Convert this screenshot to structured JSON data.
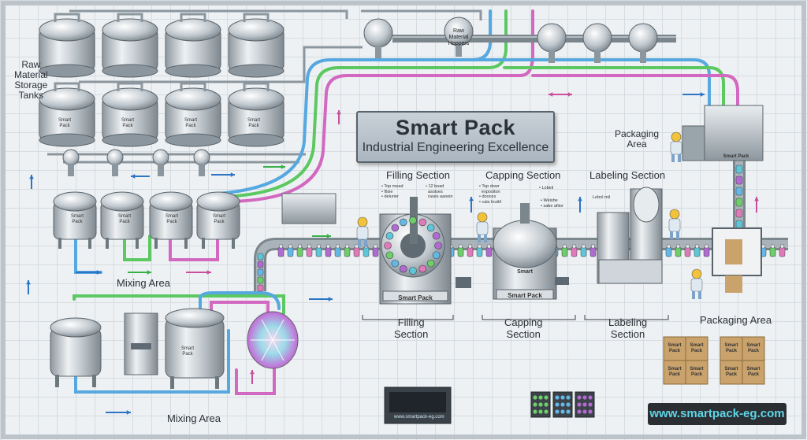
{
  "title": {
    "main": "Smart Pack",
    "subtitle": "Industrial Engineering Excellence"
  },
  "labels": {
    "raw_storage": "Raw\nMaterial\nStorage\nTanks",
    "raw_hoppers": "Raw\nMaterial\nHoppers",
    "packaging_area_top": "Packaging\nArea",
    "filling_top": "Filling Section",
    "capping_top": "Capping Section",
    "labeling_top": "Labeling Section",
    "mixing_area_1": "Mixing Area",
    "mixing_area_2": "Mixing Area",
    "filling_bottom": "Filling\nSection",
    "capping_bottom": "Capping\nSection",
    "labeling_bottom": "Labeling\nSection",
    "packaging_area_bottom": "Packaging Area",
    "website": "www.smartpack-eg.com",
    "monitor_url": "www.smartpack-eg.com"
  },
  "machine_plates": {
    "tank": "Smart\nPack",
    "filler": "Smart Pack",
    "capper": "Smart Pack",
    "capper_dome": "Smart",
    "packer": "Smart Pack"
  },
  "box_label": "Smart\nPack",
  "notes": {
    "filling_left": "• Top mead\n• filsie\n• delurier",
    "filling_right": "• 12 boad\n  asoises\n  rases aaoein",
    "capping_left": "• Top dowr\n  expositon\n• dooces\n• cats lnuttil",
    "capping_right": "• Lobeil",
    "capping_right2": "• Weishe\n• sabe afiior",
    "labeling": "Lebol mil"
  },
  "pipe_colors": {
    "blue": "#56a8e0",
    "green": "#5cc862",
    "pink": "#d268c0",
    "gray": "#8c969e"
  },
  "arrow_colors": {
    "blue": "#2c74c6",
    "green": "#38b048",
    "pink": "#c84f9c"
  },
  "bottle_colors": [
    "#b06ad0",
    "#64b8e6",
    "#6fcd6a",
    "#e07ab8",
    "#5fc6d8"
  ]
}
